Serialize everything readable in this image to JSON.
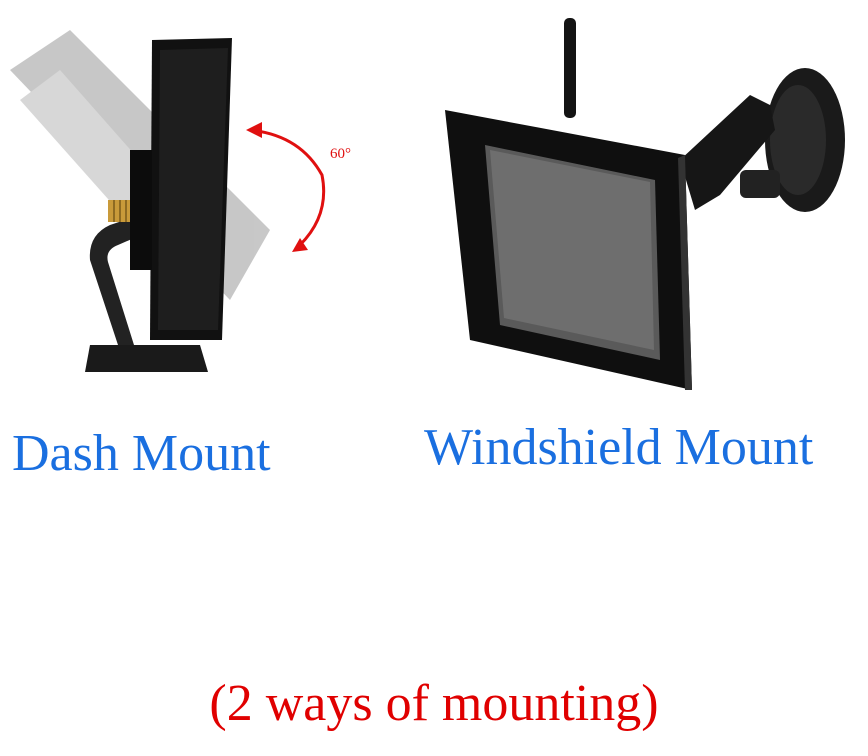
{
  "dash": {
    "caption": "Dash Mount",
    "angle_label": "60°"
  },
  "windshield": {
    "caption": "Windshield Mount"
  },
  "footer": {
    "caption": "(2 ways of mounting)"
  },
  "colors": {
    "caption_blue": "#1a6fe0",
    "caption_red": "#e00000",
    "arrow_red": "#e01010"
  }
}
